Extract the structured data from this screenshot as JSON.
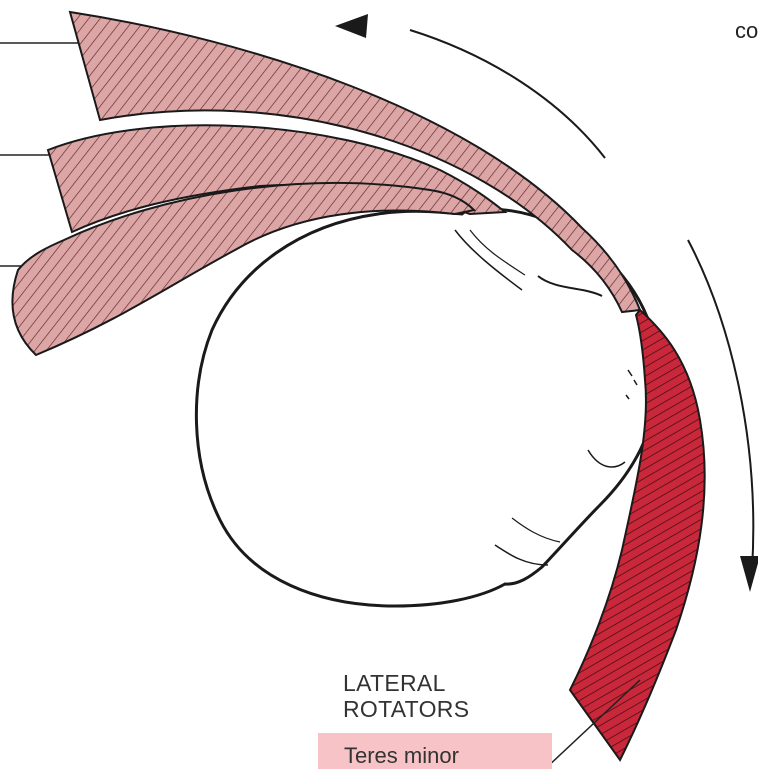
{
  "corner_text": "co",
  "group_label": {
    "line1": "LATERAL",
    "line2": "ROTATORS"
  },
  "muscle_label": {
    "text": "Teres minor",
    "color": "#f7c3c6"
  },
  "colors": {
    "upper_muscle": "#dca6a6",
    "teres_minor_muscle": "#c8283a",
    "outline": "#1a1a1a",
    "bone": "#ffffff"
  }
}
